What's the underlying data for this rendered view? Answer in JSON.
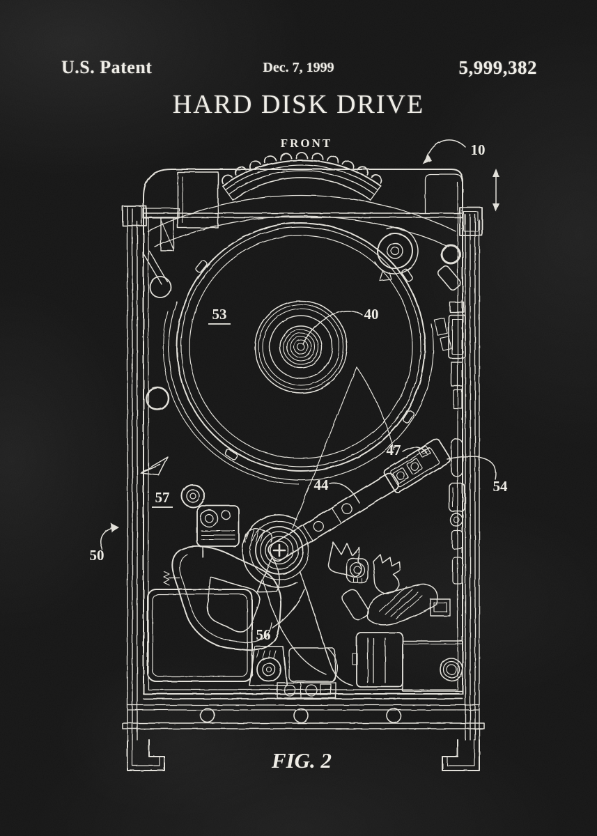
{
  "header": {
    "patent_label": "U.S. Patent",
    "date": "Dec. 7, 1999",
    "patent_number": "5,999,382",
    "title": "HARD DISK DRIVE"
  },
  "figure": {
    "front_label": "FRONT",
    "caption": "FIG. 2",
    "ref_labels": [
      {
        "id": "10",
        "value": "10"
      },
      {
        "id": "53",
        "value": "53",
        "underlined": true
      },
      {
        "id": "40",
        "value": "40"
      },
      {
        "id": "47",
        "value": "47"
      },
      {
        "id": "44",
        "value": "44"
      },
      {
        "id": "54",
        "value": "54"
      },
      {
        "id": "57",
        "value": "57",
        "underlined": true
      },
      {
        "id": "50",
        "value": "50"
      },
      {
        "id": "56",
        "value": "56"
      }
    ]
  },
  "colors": {
    "background": "#161616",
    "chalk_line": "#e9e7e0",
    "chalk_text": "#efede7"
  }
}
